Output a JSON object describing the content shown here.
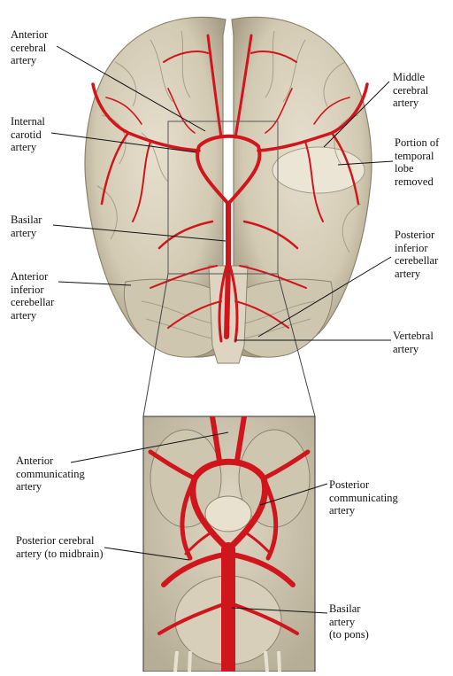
{
  "labels": {
    "anterior_cerebral": "Anterior\ncerebral\nartery",
    "internal_carotid": "Internal\ncarotid\nartery",
    "basilar": "Basilar\nartery",
    "anterior_inferior_cerebellar": "Anterior\ninferior\ncerebellar\nartery",
    "middle_cerebral": "Middle\ncerebral\nartery",
    "temporal_lobe": "Portion of\ntemporal\nlobe\nremoved",
    "posterior_inferior_cerebellar": "Posterior\ninferior\ncerebellar\nartery",
    "vertebral": "Vertebral\nartery",
    "anterior_communicating": "Anterior\ncommunicating\nartery",
    "posterior_cerebral": "Posterior cerebral\nartery (to midbrain)",
    "posterior_communicating": "Posterior\ncommunicating\nartery",
    "basilar_to_pons": "Basilar\nartery\n(to pons)"
  },
  "colors": {
    "brain": "#d9d1bd",
    "brain_shadow": "#a99f88",
    "artery": "#d0161c",
    "line": "#111111"
  }
}
